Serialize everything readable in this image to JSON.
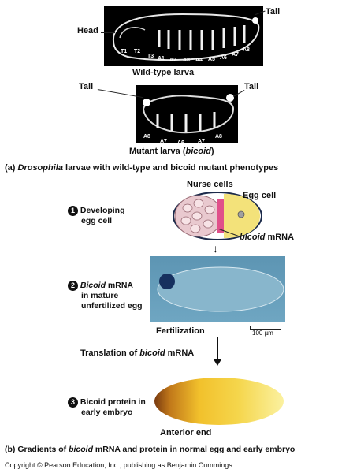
{
  "panel_a": {
    "wild": {
      "head": "Head",
      "tail": "Tail",
      "segments": [
        "T1",
        "T2",
        "T3",
        "A1",
        "A2",
        "A3",
        "A4",
        "A5",
        "A6",
        "A7",
        "A8"
      ],
      "title": "Wild-type larva"
    },
    "mutant": {
      "tail_left": "Tail",
      "tail_right": "Tail",
      "segments": [
        "A8",
        "A7",
        "A6",
        "A7",
        "A8"
      ],
      "title_pre": "Mutant larva (",
      "title_em": "bicoid",
      "title_post": ")"
    },
    "caption_pre": "(a) ",
    "caption_em": "Drosophila",
    "caption_post": " larvae with wild-type and bicoid mutant phenotypes"
  },
  "panel_b": {
    "nurse": "Nurse cells",
    "egg": "Egg cell",
    "bicoid_mrna_em": "bicoid",
    "bicoid_mrna_rest": " mRNA",
    "step1_num": "1",
    "step1": [
      "Developing",
      "egg cell"
    ],
    "step2_num": "2",
    "step2_em": "Bicoid",
    "step2_rest": " mRNA",
    "step2_lines": [
      "in mature",
      "unfertilized egg"
    ],
    "fertilization": "Fertilization",
    "scale": "100 µm",
    "translation_pre": "Translation of ",
    "translation_em": "bicoid",
    "translation_post": " mRNA",
    "step3_num": "3",
    "step3": [
      "Bicoid protein in",
      "early embryo"
    ],
    "anterior": "Anterior end",
    "caption_pre": "(b) ",
    "caption_mid": "Gradients of ",
    "caption_em": "bicoid",
    "caption_post": " mRNA and protein in normal egg and early embryo"
  },
  "copyright": "Copyright © Pearson Education, Inc., publishing as Benjamin Cummings."
}
